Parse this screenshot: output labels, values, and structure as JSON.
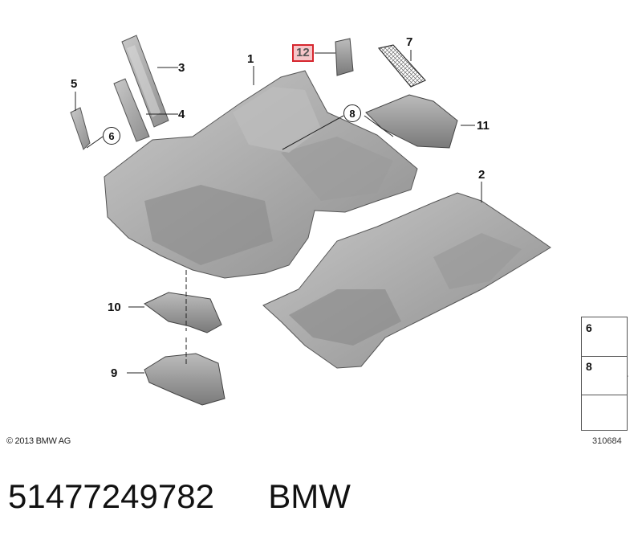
{
  "diagram": {
    "callouts": {
      "c1": "1",
      "c2": "2",
      "c3": "3",
      "c4": "4",
      "c5": "5",
      "c6": "6",
      "c7": "7",
      "c8": "8",
      "c9": "9",
      "c10": "10",
      "c11": "11",
      "c12": "12"
    },
    "copyright": "© 2013 BMW AG",
    "image_number": "310684",
    "legend": {
      "item_a": "6",
      "item_b": "8"
    }
  },
  "caption": {
    "part_number": "51477249782",
    "brand": "BMW"
  },
  "colors": {
    "part_fill": "#a9a9a9",
    "part_dark": "#7d7d7d",
    "part_light": "#cfcfcf",
    "highlight": "#d6262e"
  }
}
